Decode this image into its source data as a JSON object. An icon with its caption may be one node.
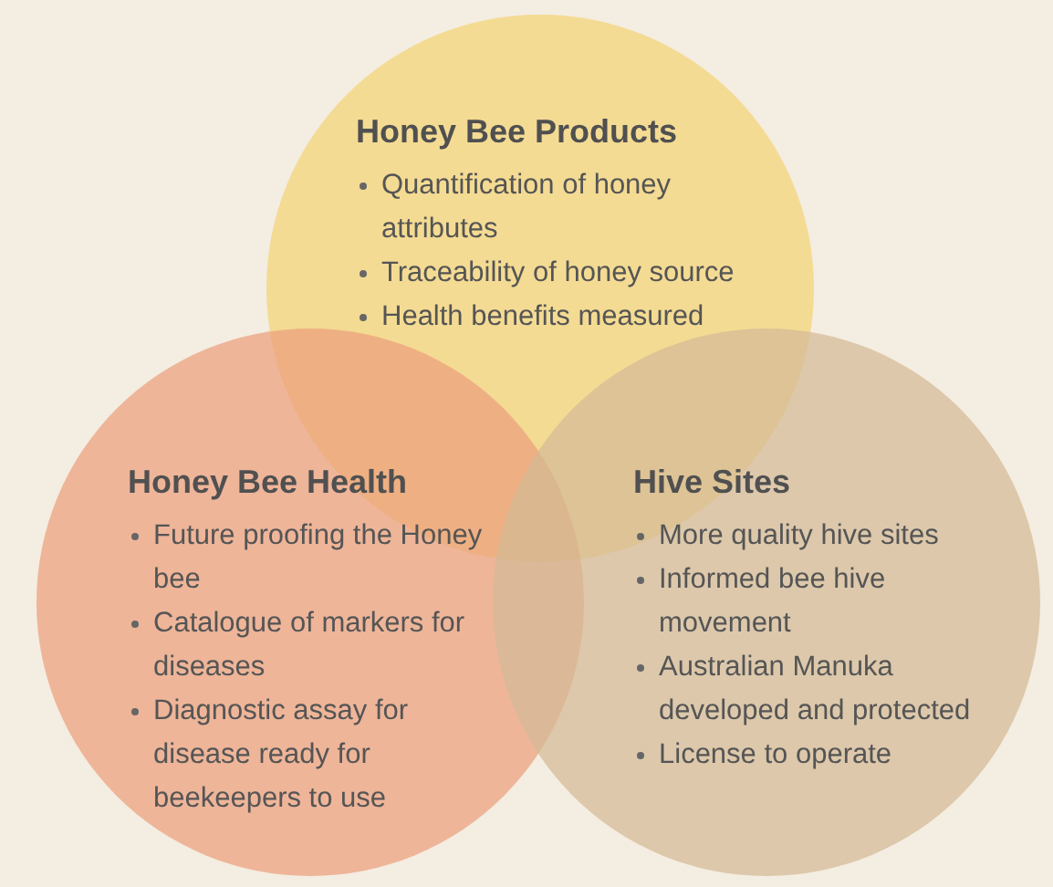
{
  "diagram": {
    "nodes": [
      {
        "text": [
          "Honey Bee Products",
          "Quantification of honey attributes",
          "Traceability of honey source",
          "Health benefits measured"
        ]
      },
      {
        "text": [
          "Honey Bee Health",
          "Future proofing the Honey bee",
          "Catalogue of markers for diseases",
          "Diagnostic assay for disease ready for beekeepers to use"
        ]
      },
      {
        "text": [
          "Hive Sites",
          "More quality hive sites",
          "Informed bee hive movement",
          "Australian Manuka developed and protected",
          "License to operate"
        ]
      }
    ]
  }
}
